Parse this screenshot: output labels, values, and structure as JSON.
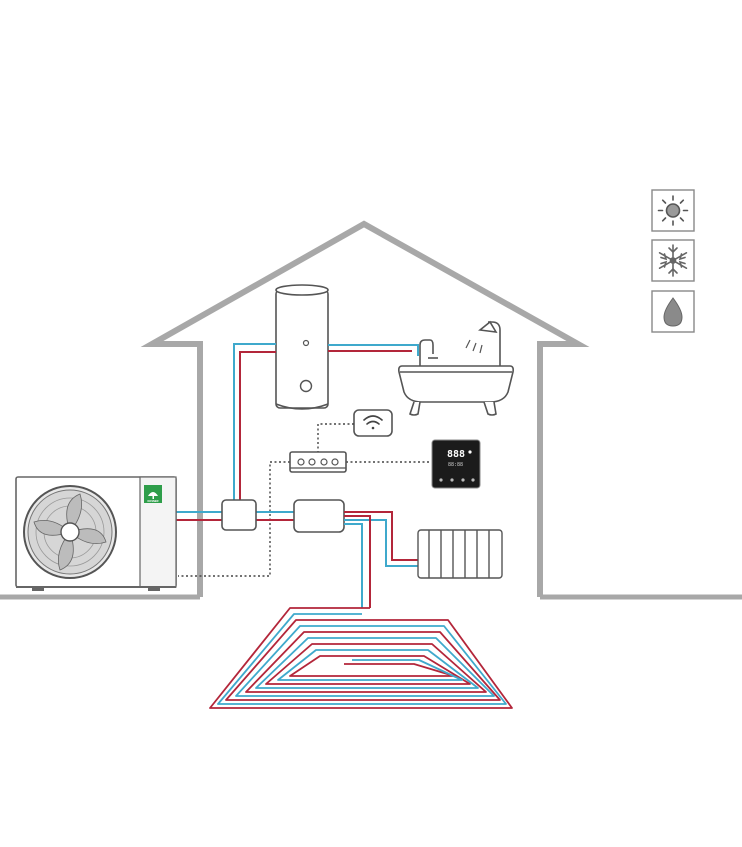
{
  "colors": {
    "house_outline": "#a8a8a8",
    "ground": "#a8a8a8",
    "pipe_hot": "#b3263a",
    "pipe_cold": "#3fa9cc",
    "wire": "#444444",
    "device_stroke": "#555555",
    "brand_green": "#2e9e4a",
    "thermostat_body": "#1b1b1b"
  },
  "outdoor_unit": {
    "badge_text": "KOSNER"
  },
  "thermostat": {
    "main_readout": "888",
    "sub_readout": "88:88"
  },
  "mode_icons": [
    {
      "name": "heating-mode-button",
      "icon": "sun-icon"
    },
    {
      "name": "cooling-mode-button",
      "icon": "snowflake-icon"
    },
    {
      "name": "hot-water-mode-button",
      "icon": "water-drop-icon"
    }
  ]
}
